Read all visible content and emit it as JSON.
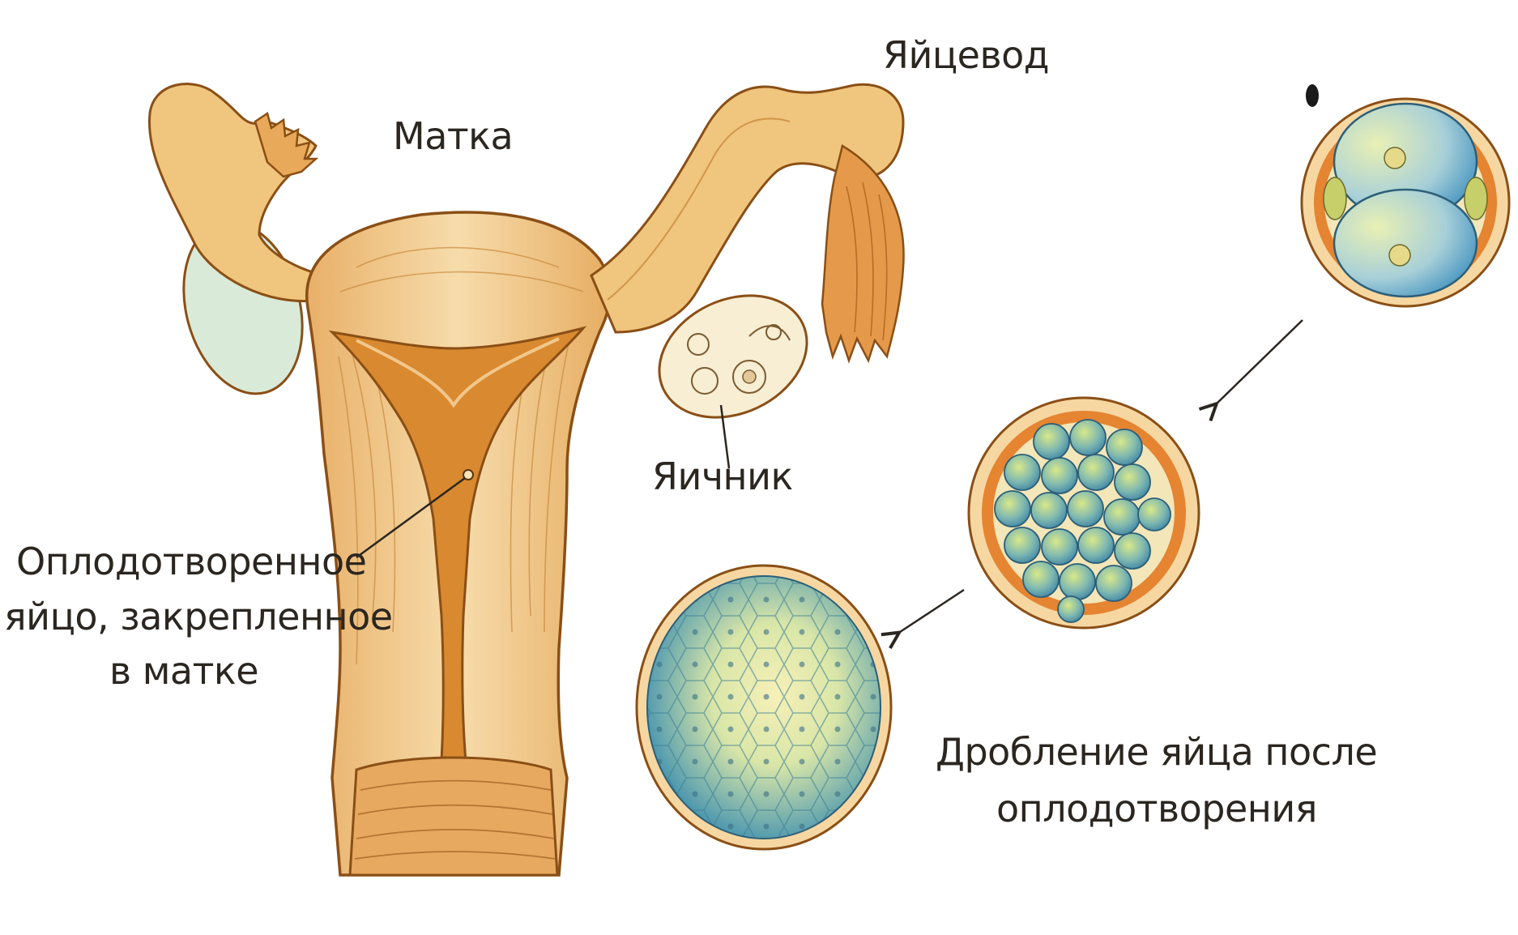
{
  "labels": {
    "uterus": "Матка",
    "oviduct": "Яйцевод",
    "ovary": "Яичник",
    "fertilized_egg_line1": "Оплодотворенное",
    "fertilized_egg_line2": "яйцо, закрепленное",
    "fertilized_egg_line3": "в матке",
    "cleavage_line1": "Дробление яйца после",
    "cleavage_line2": "оплодотворения"
  },
  "colors": {
    "tissue_light": "#f6d7a2",
    "tissue_mid": "#ebb56a",
    "tissue_dark": "#c27a2a",
    "cavity": "#d9892f",
    "ovary_fill": "#f8eed3",
    "cell_blue": "#6fb3cf",
    "cell_green": "#b7cf6a",
    "zona_orange": "#e58431",
    "outline": "#8a4f16"
  }
}
